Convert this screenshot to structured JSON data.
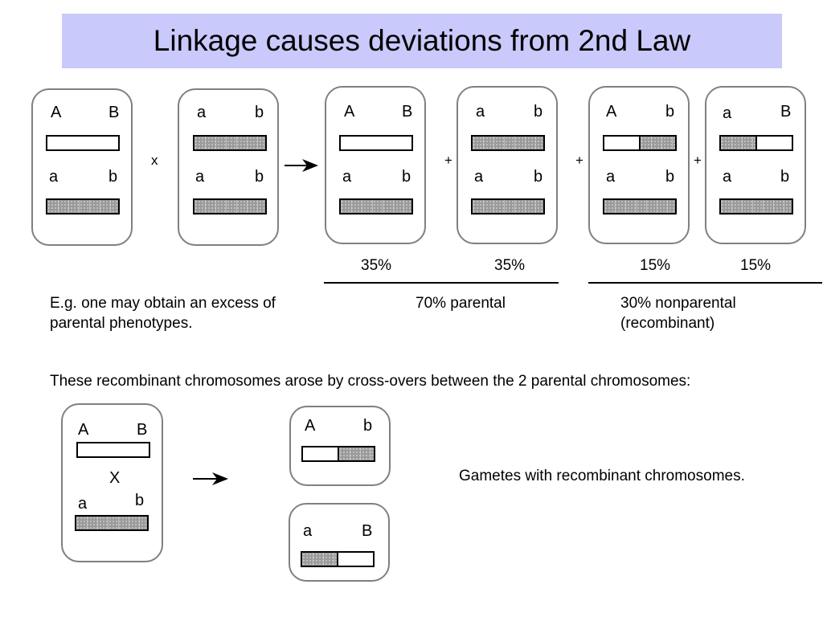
{
  "title": "Linkage causes deviations from 2nd Law",
  "top_row": {
    "boxes": [
      {
        "top": [
          "A",
          "B"
        ],
        "bottom": [
          "a",
          "b"
        ],
        "top_chrom": [
          "w"
        ],
        "bottom_chrom": [
          "d"
        ]
      },
      {
        "top": [
          "a",
          "b"
        ],
        "bottom": [
          "a",
          "b"
        ],
        "top_chrom": [
          "d"
        ],
        "bottom_chrom": [
          "d"
        ]
      },
      {
        "top": [
          "A",
          "B"
        ],
        "bottom": [
          "a",
          "b"
        ],
        "top_chrom": [
          "w"
        ],
        "bottom_chrom": [
          "d"
        ]
      },
      {
        "top": [
          "a",
          "b"
        ],
        "bottom": [
          "a",
          "b"
        ],
        "top_chrom": [
          "d"
        ],
        "bottom_chrom": [
          "d"
        ]
      },
      {
        "top": [
          "A",
          "b"
        ],
        "bottom": [
          "a",
          "b"
        ],
        "top_chrom": [
          "w",
          "d"
        ],
        "bottom_chrom": [
          "d"
        ]
      },
      {
        "top": [
          "a",
          "B"
        ],
        "bottom": [
          "a",
          "b"
        ],
        "top_chrom": [
          "d",
          "w"
        ],
        "bottom_chrom": [
          "d"
        ]
      }
    ],
    "symbols": {
      "cross": "x",
      "plus": "+"
    },
    "percentages": [
      "35%",
      "35%",
      "15%",
      "15%"
    ]
  },
  "example_text": "E.g. one may obtain an excess of\nparental phenotypes.",
  "parental_label": "70% parental",
  "nonparental_label": "30% nonparental\n(recombinant)",
  "explanation": "These recombinant chromosomes arose by cross-overs between the 2 parental chromosomes:",
  "crossover_box": {
    "top": [
      "A",
      "B"
    ],
    "cross_label": "X",
    "bottom": [
      "a",
      "b"
    ]
  },
  "gametes": [
    {
      "labels": [
        "A",
        "b"
      ],
      "chrom": [
        "w",
        "d"
      ]
    },
    {
      "labels": [
        "a",
        "B"
      ],
      "chrom": [
        "d",
        "w"
      ]
    }
  ],
  "gametes_caption": "Gametes with recombinant chromosomes.",
  "colors": {
    "title_bg": "#c9c9fb",
    "box_border": "#808080",
    "dark_segment": "#9a9a9a"
  }
}
